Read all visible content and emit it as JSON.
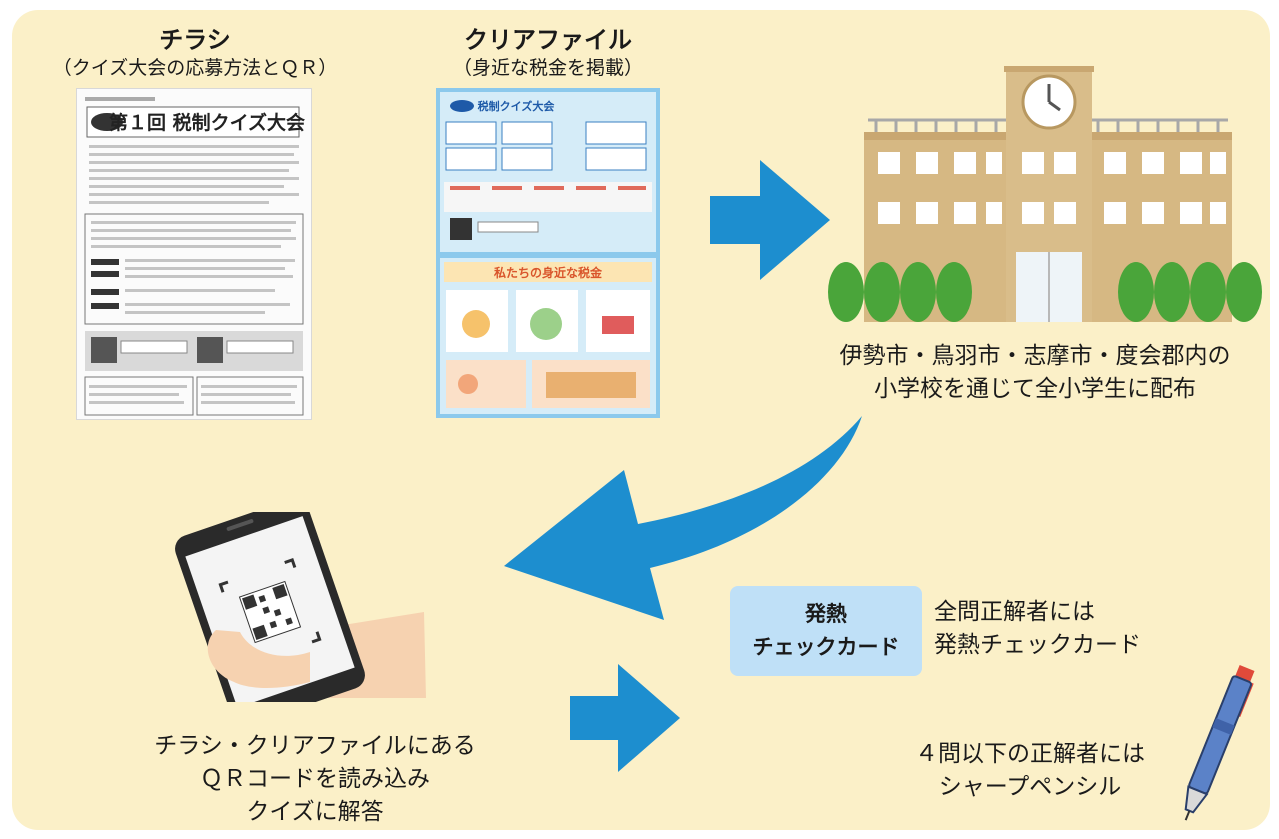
{
  "flyer": {
    "title": "チラシ",
    "subtitle": "（クイズ大会の応募方法とＱＲ）",
    "image_heading": "第１回 税制クイズ大会"
  },
  "clearfile": {
    "title": "クリアファイル",
    "subtitle": "（身近な税金を掲載）",
    "image_heading": "税制クイズ大会",
    "image_heading2": "私たちの身近な税金"
  },
  "distribution": {
    "line1": "伊勢市・鳥羽市・志摩市・度会郡内の",
    "line2": "小学校を通じて全小学生に配布"
  },
  "answer": {
    "line1": "チラシ・クリアファイルにある",
    "line2": "ＱＲコードを読み込み",
    "line3": "クイズに解答"
  },
  "prize_badge": {
    "line1": "発熱",
    "line2": "チェックカード"
  },
  "prize_all": {
    "line1": "全問正解者には",
    "line2": "発熱チェックカード"
  },
  "prize_partial": {
    "line1": "４問以下の正解者には",
    "line2": "シャープペンシル"
  },
  "colors": {
    "background": "#fbf0c8",
    "arrow": "#1d8ecf",
    "badge": "#bfe0f7",
    "building": "#d6b883",
    "tree": "#4aa53a"
  }
}
